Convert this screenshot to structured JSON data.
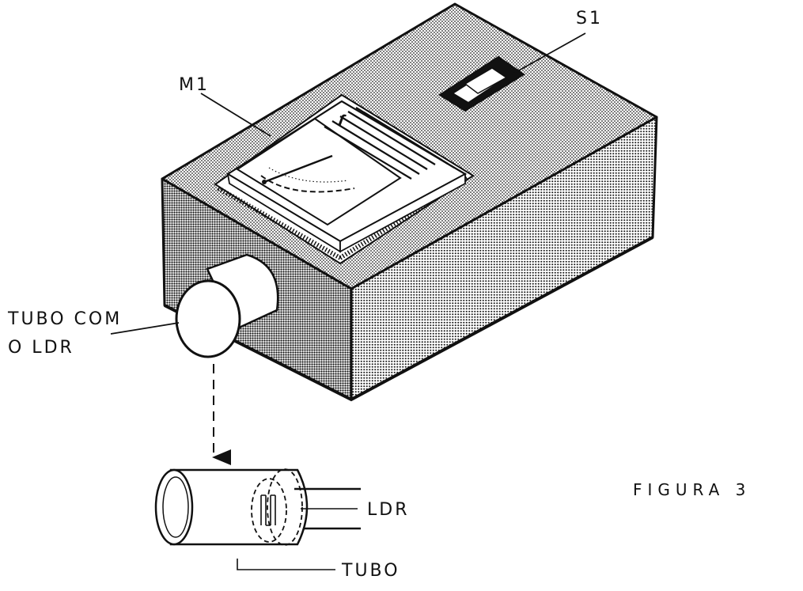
{
  "labels": {
    "s1": "S1",
    "m1": "M1",
    "tube_with_ldr_line1": "TUBO COM",
    "tube_with_ldr_line2": "O LDR",
    "ldr": "LDR",
    "tube": "TUBO",
    "figure_caption": "FIGURA 3"
  },
  "colors": {
    "ink": "#111111",
    "background": "#ffffff"
  }
}
